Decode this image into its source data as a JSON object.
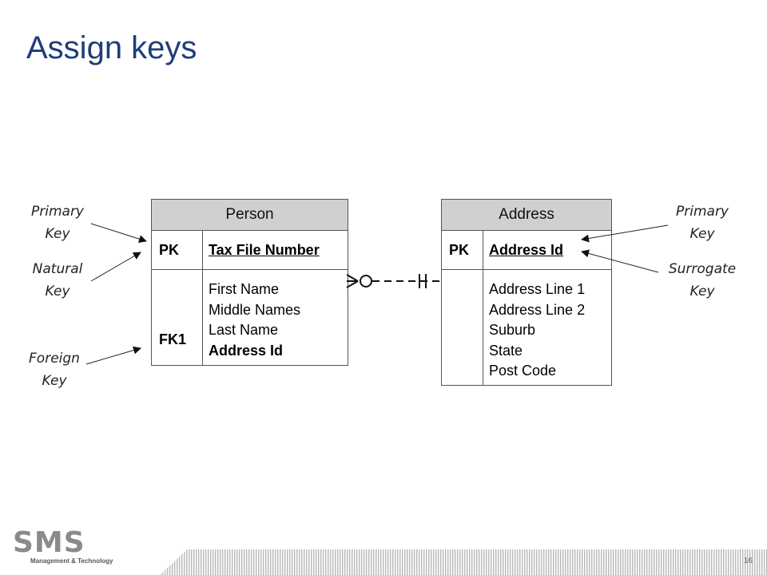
{
  "slide": {
    "title": "Assign keys",
    "page_number": "16"
  },
  "person": {
    "name": "Person",
    "pk_label": "PK",
    "pk_name": "Tax File Number",
    "fk_label": "FK1",
    "attributes": [
      "First Name",
      "Middle Names",
      "Last Name",
      "Address Id"
    ]
  },
  "address": {
    "name": "Address",
    "pk_label": "PK",
    "pk_name": "Address Id",
    "attributes": [
      "Address Line 1",
      "Address Line 2",
      "Suburb",
      "State",
      "Post Code"
    ]
  },
  "callouts": {
    "primary_key_left": "Primary\nKey",
    "natural_key": "Natural\nKey",
    "foreign_key": "Foreign\nKey",
    "primary_key_right": "Primary\nKey",
    "surrogate_key": "Surrogate\nKey"
  },
  "logo": {
    "mark": "SMS",
    "tagline": "Management & Technology"
  },
  "colors": {
    "title": "#1f3d7a",
    "header_fill": "#d0d0d0",
    "border": "#555555"
  }
}
